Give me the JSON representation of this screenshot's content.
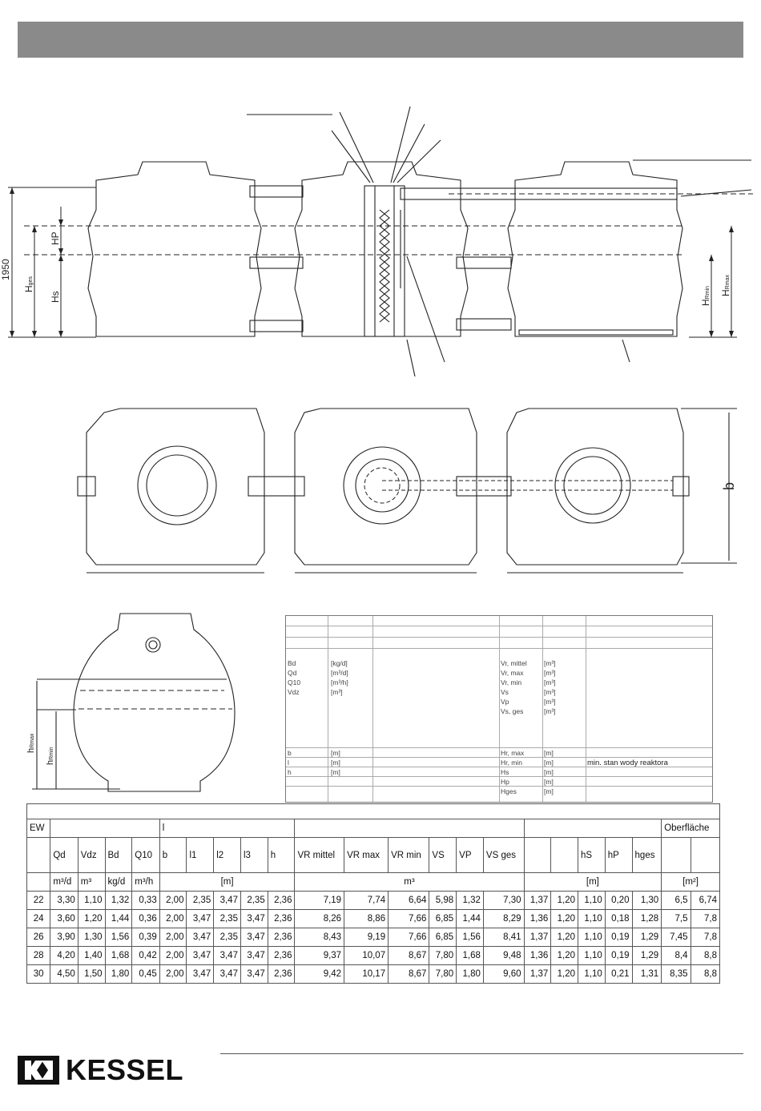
{
  "header_bar": {
    "color": "#8a8a8a"
  },
  "dimensions": {
    "overall_height": "1950",
    "h_ges": "H",
    "h_ges_sub": "ges",
    "hp": "HP",
    "hs": "Hs",
    "h_rmin": "H",
    "h_rmin_sub": "Rmin",
    "h_rmax": "H",
    "h_rmax_sub": "Rmax",
    "width_b": "b",
    "side_h_rmax": "h",
    "side_h_rmax_sub": "Rmax",
    "side_h_rmin": "h",
    "side_h_rmin_sub": "Rmin"
  },
  "legend": {
    "left_rows": [
      {
        "sym": "Bd",
        "unit": "[kg/d]"
      },
      {
        "sym": "Qd",
        "unit": "[m³/d]"
      },
      {
        "sym": "Q10",
        "unit": "[m³/h]"
      },
      {
        "sym": "Vdz",
        "unit": "[m³]"
      }
    ],
    "right_rows": [
      {
        "sym": "Vr, mittel",
        "unit": "[m³]"
      },
      {
        "sym": "Vr, max",
        "unit": "[m³]"
      },
      {
        "sym": "Vr, min",
        "unit": "[m³]"
      },
      {
        "sym": "Vs",
        "unit": "[m³]"
      },
      {
        "sym": "Vp",
        "unit": "[m³]"
      },
      {
        "sym": "Vs, ges",
        "unit": "[m³]"
      }
    ],
    "left_bottom_rows": [
      {
        "sym": "b",
        "unit": "[m]"
      },
      {
        "sym": "l",
        "unit": "[m]"
      },
      {
        "sym": "h",
        "unit": "[m]"
      }
    ],
    "right_bottom_rows": [
      {
        "sym": "Hr, max",
        "unit": "[m]",
        "desc": ""
      },
      {
        "sym": "Hr, min",
        "unit": "[m]",
        "desc": "min. stan wody reaktora"
      },
      {
        "sym": "Hs",
        "unit": "[m]",
        "desc": ""
      },
      {
        "sym": "Hp",
        "unit": "[m]",
        "desc": ""
      },
      {
        "sym": "Hges",
        "unit": "[m]",
        "desc": ""
      }
    ]
  },
  "table": {
    "ew_label": "EW",
    "l_label": "l",
    "oberflaeche_label": "Oberfläche",
    "headers": [
      "Qd",
      "Vdz",
      "Bd",
      "Q10",
      "b",
      "l1",
      "l2",
      "l3",
      "h",
      "VR mittel",
      "VR max",
      "VR min",
      "VS",
      "VP",
      "VS ges",
      "",
      "",
      "hS",
      "hP",
      "hges",
      "",
      ""
    ],
    "units": {
      "u1": "m³/d",
      "u2": "m³",
      "u3": "kg/d",
      "u4": "m³/h",
      "u5": "[m]",
      "u6": "m³",
      "u7": "[m]",
      "u8": "[m²]"
    },
    "rows": [
      [
        "22",
        "3,30",
        "1,10",
        "1,32",
        "0,33",
        "2,00",
        "2,35",
        "3,47",
        "2,35",
        "2,36",
        "7,19",
        "7,74",
        "6,64",
        "5,98",
        "1,32",
        "7,30",
        "1,37",
        "1,20",
        "1,10",
        "0,20",
        "1,30",
        "6,5",
        "6,74"
      ],
      [
        "24",
        "3,60",
        "1,20",
        "1,44",
        "0,36",
        "2,00",
        "3,47",
        "2,35",
        "3,47",
        "2,36",
        "8,26",
        "8,86",
        "7,66",
        "6,85",
        "1,44",
        "8,29",
        "1,36",
        "1,20",
        "1,10",
        "0,18",
        "1,28",
        "7,5",
        "7,8"
      ],
      [
        "26",
        "3,90",
        "1,30",
        "1,56",
        "0,39",
        "2,00",
        "3,47",
        "2,35",
        "3,47",
        "2,36",
        "8,43",
        "9,19",
        "7,66",
        "6,85",
        "1,56",
        "8,41",
        "1,37",
        "1,20",
        "1,10",
        "0,19",
        "1,29",
        "7,45",
        "7,8"
      ],
      [
        "28",
        "4,20",
        "1,40",
        "1,68",
        "0,42",
        "2,00",
        "3,47",
        "3,47",
        "3,47",
        "2,36",
        "9,37",
        "10,07",
        "8,67",
        "7,80",
        "1,68",
        "9,48",
        "1,36",
        "1,20",
        "1,10",
        "0,19",
        "1,29",
        "8,4",
        "8,8"
      ],
      [
        "30",
        "4,50",
        "1,50",
        "1,80",
        "0,45",
        "2,00",
        "3,47",
        "3,47",
        "3,47",
        "2,36",
        "9,42",
        "10,17",
        "8,67",
        "7,80",
        "1,80",
        "9,60",
        "1,37",
        "1,20",
        "1,10",
        "0,21",
        "1,31",
        "8,35",
        "8,8"
      ]
    ]
  },
  "logo": {
    "text": "KESSEL"
  }
}
